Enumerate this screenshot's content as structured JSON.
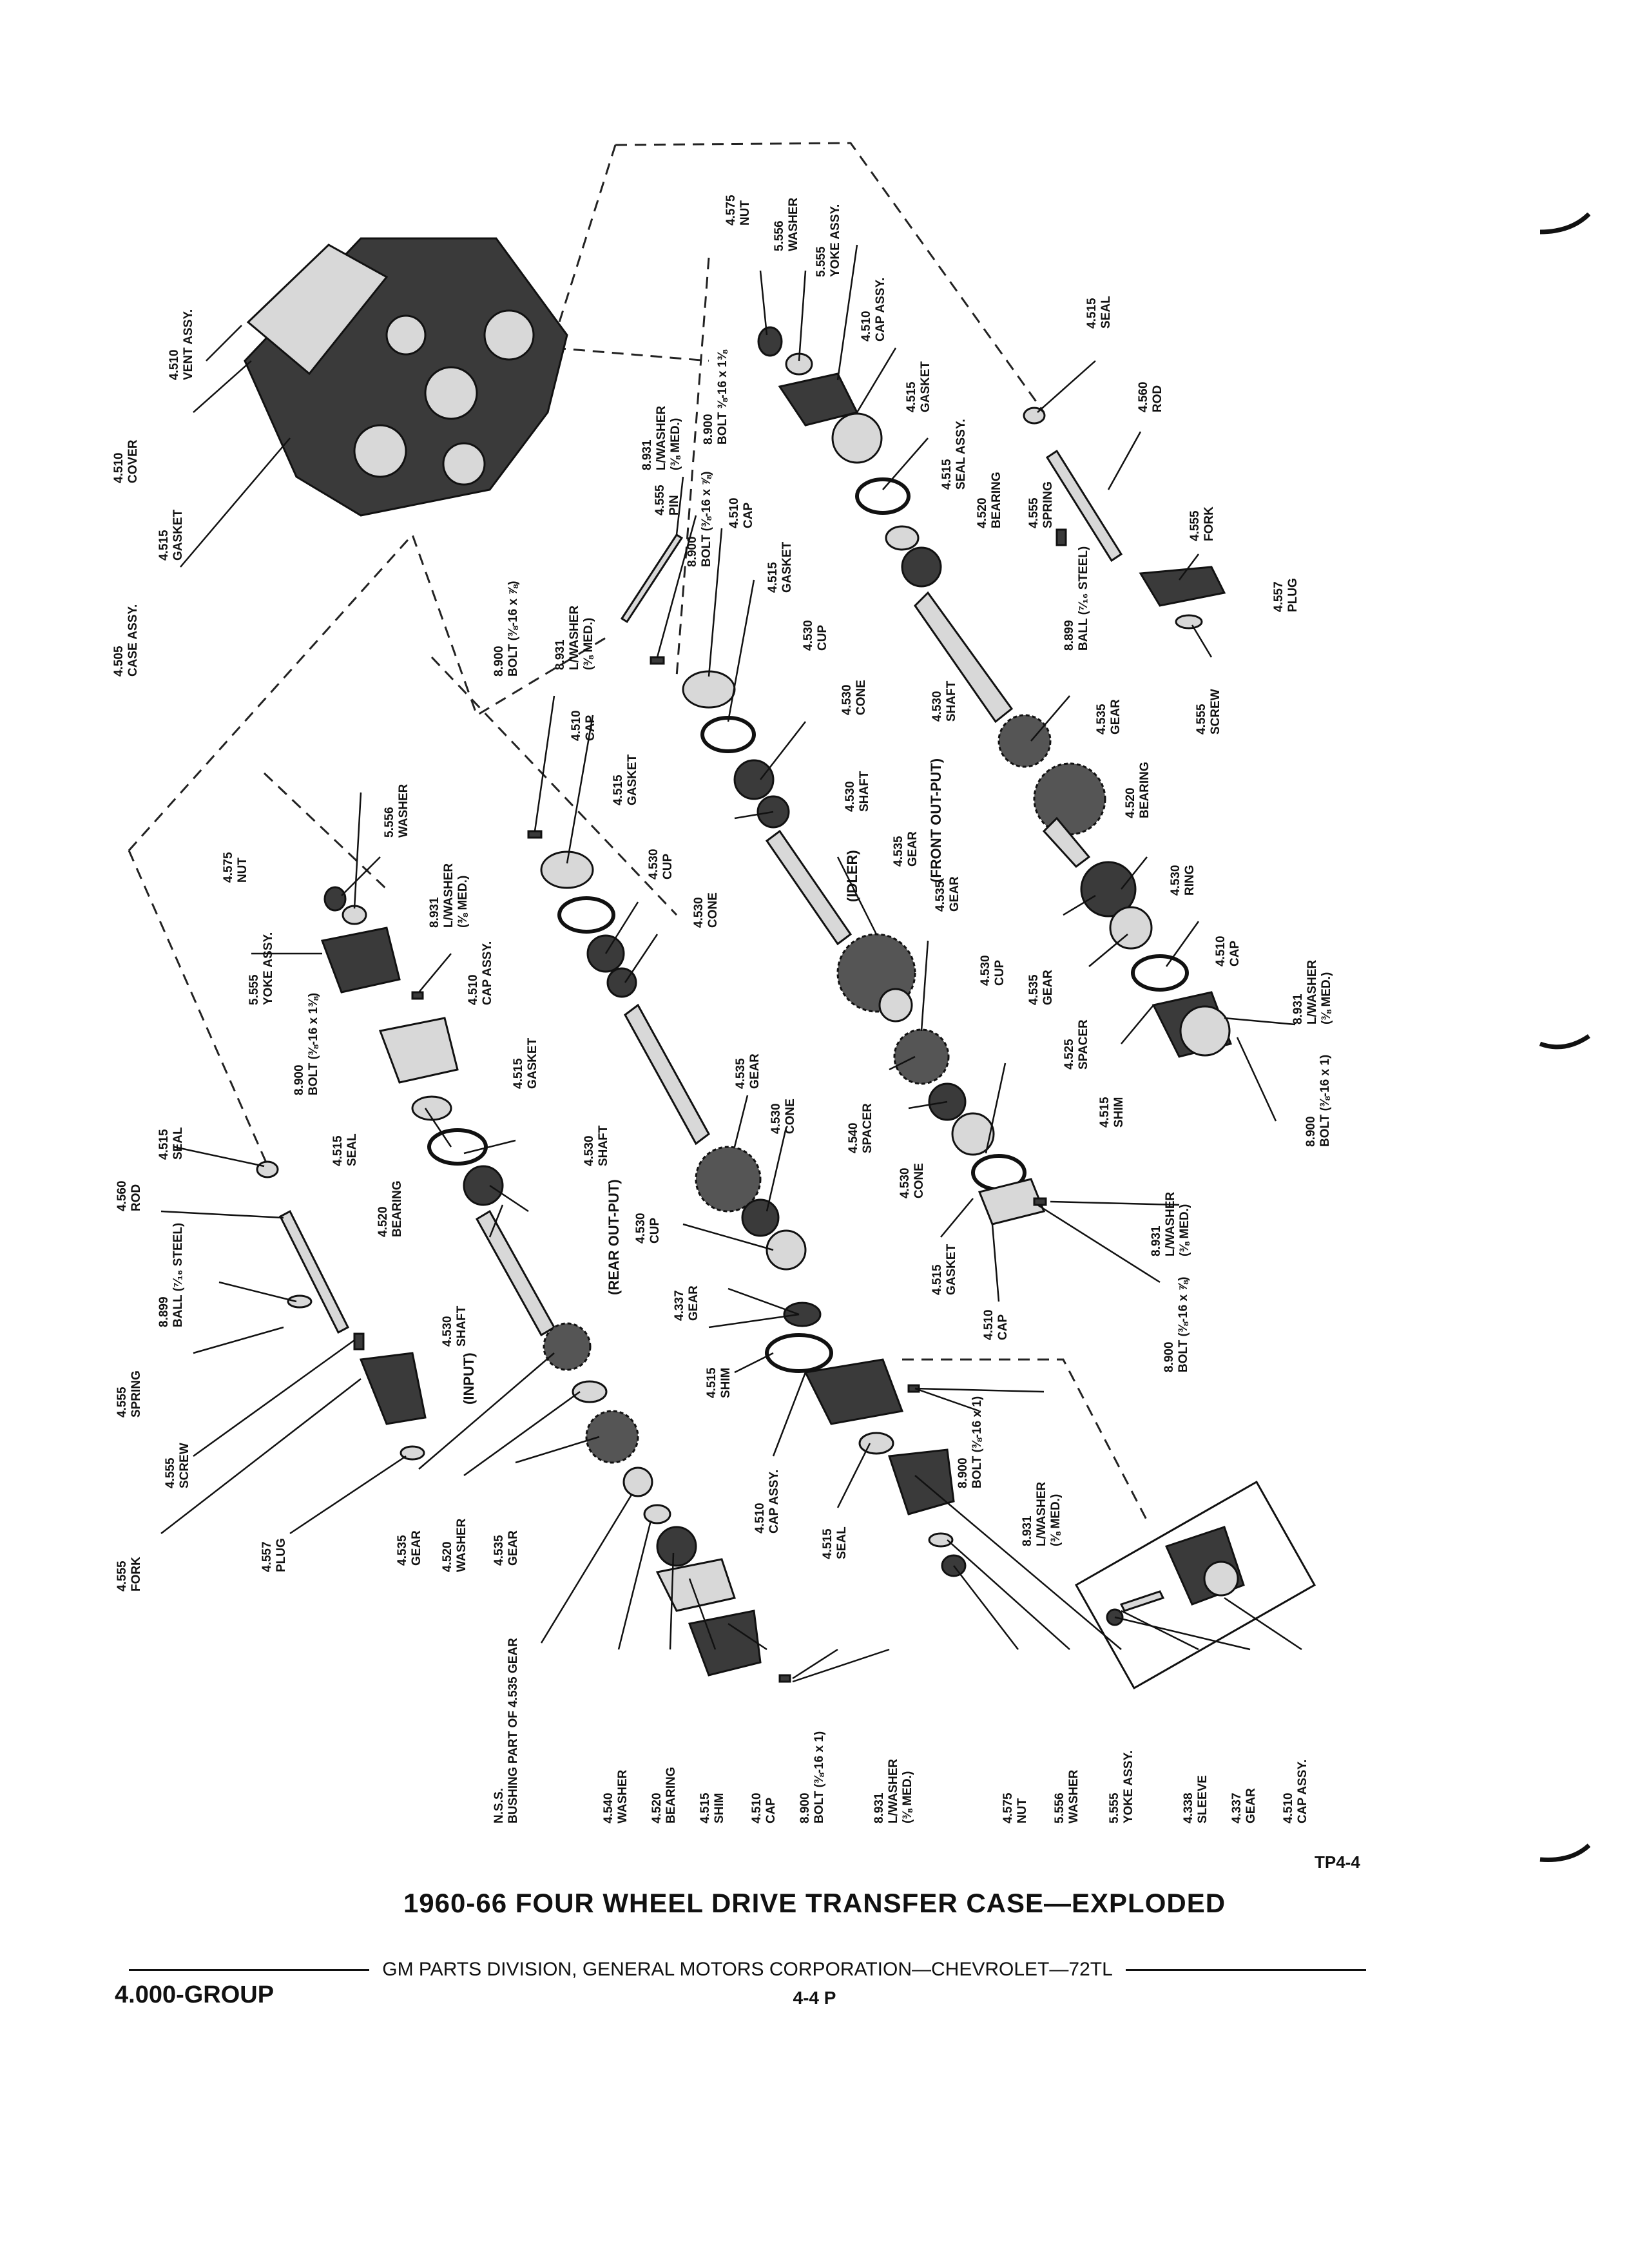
{
  "diagram": {
    "labels": [
      {
        "id": "vent",
        "num": "4.510",
        "text": "VENT ASSY."
      },
      {
        "id": "cover",
        "num": "4.510",
        "text": "COVER"
      },
      {
        "id": "gasket-top",
        "num": "4.515",
        "text": "GASKET"
      },
      {
        "id": "case",
        "num": "4.505",
        "text": "CASE ASSY."
      },
      {
        "id": "nut-top",
        "num": "4.575",
        "text": "NUT"
      },
      {
        "id": "washer-top",
        "num": "5.556",
        "text": "WASHER"
      },
      {
        "id": "yoke-top",
        "num": "5.555",
        "text": "YOKE ASSY."
      },
      {
        "id": "capassy-top",
        "num": "4.510",
        "text": "CAP ASSY."
      },
      {
        "id": "gasket-front",
        "num": "4.515",
        "text": "GASKET"
      },
      {
        "id": "sealassy",
        "num": "4.515",
        "text": "SEAL ASSY."
      },
      {
        "id": "lwasher-top",
        "num": "8.931",
        "text": "L/WASHER (⅜ MED.)"
      },
      {
        "id": "bolt-top",
        "num": "8.900",
        "text": "BOLT ⅜-16 x 1⅜"
      },
      {
        "id": "seal-tr",
        "num": "4.515",
        "text": "SEAL"
      },
      {
        "id": "rod-tr",
        "num": "4.560",
        "text": "ROD"
      },
      {
        "id": "spring-tr",
        "num": "4.555",
        "text": "SPRING"
      },
      {
        "id": "fork-tr",
        "num": "4.555",
        "text": "FORK"
      },
      {
        "id": "plug-tr",
        "num": "4.557",
        "text": "PLUG"
      },
      {
        "id": "ball-tr",
        "num": "8.899",
        "text": "BALL (⁷⁄₁₆ STEEL)"
      },
      {
        "id": "screw-tr",
        "num": "4.555",
        "text": "SCREW"
      },
      {
        "id": "bearing-front",
        "num": "4.520",
        "text": "BEARING"
      },
      {
        "id": "shaft-front",
        "num": "4.530",
        "text": "SHAFT"
      },
      {
        "id": "gear-front",
        "num": "4.535",
        "text": "GEAR"
      },
      {
        "id": "pin",
        "num": "4.555",
        "text": "PIN"
      },
      {
        "id": "bolt-idler",
        "num": "8.900",
        "text": "BOLT (⅜-16 x ⅞)"
      },
      {
        "id": "cap-idler",
        "num": "4.510",
        "text": "CAP"
      },
      {
        "id": "gasket-idler",
        "num": "4.515",
        "text": "GASKET"
      },
      {
        "id": "cup-idler",
        "num": "4.530",
        "text": "CUP"
      },
      {
        "id": "cone-idler",
        "num": "4.530",
        "text": "CONE"
      },
      {
        "id": "shaft-idler",
        "num": "4.530",
        "text": "SHAFT"
      },
      {
        "id": "gear-idler",
        "num": "4.535",
        "text": "GEAR"
      },
      {
        "id": "gear-idler2",
        "num": "4.535",
        "text": "GEAR"
      },
      {
        "id": "lwasher-mid",
        "num": "8.931",
        "text": "L/WASHER (⅜ MED.)"
      },
      {
        "id": "bolt-mid",
        "num": "8.900",
        "text": "BOLT (⅜-16 x ⅞)"
      },
      {
        "id": "cap-mid",
        "num": "4.510",
        "text": "CAP"
      },
      {
        "id": "gasket-mid",
        "num": "4.515",
        "text": "GASKET"
      },
      {
        "id": "cup-mid",
        "num": "4.530",
        "text": "CUP"
      },
      {
        "id": "cone-mid",
        "num": "4.530",
        "text": "CONE"
      },
      {
        "id": "bearing-r",
        "num": "4.520",
        "text": "BEARING"
      },
      {
        "id": "ring",
        "num": "4.530",
        "text": "RING"
      },
      {
        "id": "cap-r",
        "num": "4.510",
        "text": "CAP"
      },
      {
        "id": "gear-r",
        "num": "4.535",
        "text": "GEAR"
      },
      {
        "id": "spacer-r",
        "num": "4.525",
        "text": "SPACER"
      },
      {
        "id": "shim-r",
        "num": "4.515",
        "text": "SHIM"
      },
      {
        "id": "lwasher-r",
        "num": "8.931",
        "text": "L/WASHER (⅜ MED.)"
      },
      {
        "id": "bolt-r",
        "num": "8.900",
        "text": "BOLT (⅜-16 x 1)"
      },
      {
        "id": "cup-r2",
        "num": "4.530",
        "text": "CUP"
      },
      {
        "id": "spacer-mid",
        "num": "4.540",
        "text": "SPACER"
      },
      {
        "id": "cone-mid2",
        "num": "4.530",
        "text": "CONE"
      },
      {
        "id": "gasket-mid2",
        "num": "4.515",
        "text": "GASKET"
      },
      {
        "id": "cap-mid2",
        "num": "4.510",
        "text": "CAP"
      },
      {
        "id": "lwasher-mid2",
        "num": "8.931",
        "text": "L/WASHER (⅜ MED.)"
      },
      {
        "id": "bolt-mid2",
        "num": "8.900",
        "text": "BOLT (⅜-16 x ⅞)"
      },
      {
        "id": "washer-l",
        "num": "5.556",
        "text": "WASHER"
      },
      {
        "id": "nut-l",
        "num": "4.575",
        "text": "NUT"
      },
      {
        "id": "lwasher-l",
        "num": "8.931",
        "text": "L/WASHER (⅜ MED.)"
      },
      {
        "id": "yoke-l",
        "num": "5.555",
        "text": "YOKE ASSY."
      },
      {
        "id": "capassy-l",
        "num": "4.510",
        "text": "CAP ASSY."
      },
      {
        "id": "bolt-l",
        "num": "8.900",
        "text": "BOLT (⅜-16 x 1⅜)"
      },
      {
        "id": "gasket-l",
        "num": "4.515",
        "text": "GASKET"
      },
      {
        "id": "seal-l",
        "num": "4.515",
        "text": "SEAL"
      },
      {
        "id": "bearing-l",
        "num": "4.520",
        "text": "BEARING"
      },
      {
        "id": "shaft-rear",
        "num": "4.530",
        "text": "SHAFT"
      },
      {
        "id": "gear-rear",
        "num": "4.535",
        "text": "GEAR"
      },
      {
        "id": "cone-rear",
        "num": "4.530",
        "text": "CONE"
      },
      {
        "id": "cup-rear",
        "num": "4.530",
        "text": "CUP"
      },
      {
        "id": "seal-ll",
        "num": "4.515",
        "text": "SEAL"
      },
      {
        "id": "rod-ll",
        "num": "4.560",
        "text": "ROD"
      },
      {
        "id": "ball-ll",
        "num": "8.899",
        "text": "BALL (⁷⁄₁₆ STEEL)"
      },
      {
        "id": "spring-ll",
        "num": "4.555",
        "text": "SPRING"
      },
      {
        "id": "screw-ll",
        "num": "4.555",
        "text": "SCREW"
      },
      {
        "id": "fork-ll",
        "num": "4.555",
        "text": "FORK"
      },
      {
        "id": "plug-ll",
        "num": "4.557",
        "text": "PLUG"
      },
      {
        "id": "shaft-input",
        "num": "4.530",
        "text": "SHAFT"
      },
      {
        "id": "gear-input",
        "num": "4.535",
        "text": "GEAR"
      },
      {
        "id": "washer-input",
        "num": "4.520",
        "text": "WASHER"
      },
      {
        "id": "gear-input2",
        "num": "4.535",
        "text": "GEAR"
      },
      {
        "id": "gear-337",
        "num": "4.337",
        "text": "GEAR"
      },
      {
        "id": "shim-337",
        "num": "4.515",
        "text": "SHIM"
      },
      {
        "id": "capassy-b",
        "num": "4.510",
        "text": "CAP ASSY."
      },
      {
        "id": "seal-b",
        "num": "4.515",
        "text": "SEAL"
      },
      {
        "id": "bolt-b",
        "num": "8.900",
        "text": "BOLT (⅜-16 x 1)"
      },
      {
        "id": "lwasher-b",
        "num": "8.931",
        "text": "L/WASHER (⅜ MED.)"
      },
      {
        "id": "bushing",
        "num": "N.S.S.",
        "text": "BUSHING PART OF 4.535 GEAR"
      },
      {
        "id": "washer-540",
        "num": "4.540",
        "text": "WASHER"
      },
      {
        "id": "bearing-b",
        "num": "4.520",
        "text": "BEARING"
      },
      {
        "id": "shim-b",
        "num": "4.515",
        "text": "SHIM"
      },
      {
        "id": "cap-b",
        "num": "4.510",
        "text": "CAP"
      },
      {
        "id": "bolt-b2",
        "num": "8.900",
        "text": "BOLT (⅜-16 x 1)"
      },
      {
        "id": "lwasher-b2",
        "num": "8.931",
        "text": "L/WASHER (⅜ MED.)"
      },
      {
        "id": "nut-b",
        "num": "4.575",
        "text": "NUT"
      },
      {
        "id": "washer-b",
        "num": "5.556",
        "text": "WASHER"
      },
      {
        "id": "yoke-b",
        "num": "5.555",
        "text": "YOKE ASSY."
      },
      {
        "id": "sleeve",
        "num": "4.338",
        "text": "SLEEVE"
      },
      {
        "id": "gear-b337",
        "num": "4.337",
        "text": "GEAR"
      },
      {
        "id": "capassy-br",
        "num": "4.510",
        "text": "CAP ASSY."
      }
    ],
    "section_labels": {
      "front_output": "(FRONT OUT-PUT)",
      "idler": "(IDLER)",
      "rear_output": "(REAR OUT-PUT)",
      "input": "(INPUT)"
    }
  },
  "figure_code": "TP4-4",
  "title": "1960-66 FOUR WHEEL DRIVE TRANSFER CASE—EXPLODED",
  "footer": {
    "publisher": "GM PARTS DIVISION, GENERAL MOTORS CORPORATION—CHEVROLET—72TL",
    "group": "4.000-GROUP",
    "page": "4-4 P"
  }
}
